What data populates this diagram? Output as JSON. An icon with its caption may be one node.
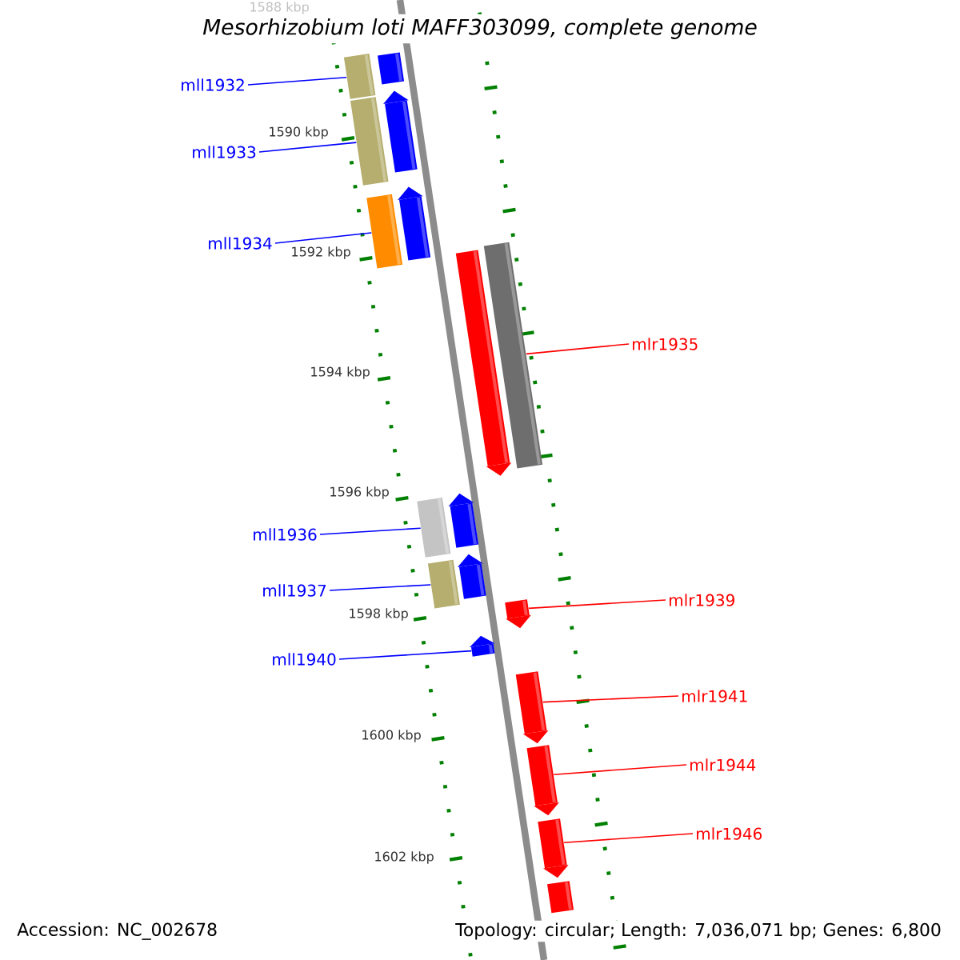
{
  "diagram": {
    "title": "Mesorhizobium loti MAFF303099, complete genome",
    "nodes": [
      {
        "text": [],
        "shape": "bar"
      },
      {
        "text": [],
        "shape": "bar"
      },
      {
        "text": [],
        "shape": "bar"
      },
      {
        "text": [],
        "shape": "pentagon"
      },
      {
        "text": [],
        "shape": "bar"
      },
      {
        "text": [],
        "shape": "pentagon"
      },
      {
        "text": [],
        "shape": "pentagon"
      },
      {
        "text": [],
        "shape": "bar"
      },
      {
        "text": [],
        "shape": "bar"
      },
      {
        "text": [],
        "shape": "pentagon"
      },
      {
        "text": [],
        "shape": "bar"
      },
      {
        "text": [],
        "shape": "pentagon"
      },
      {
        "text": [],
        "shape": "pentagon"
      },
      {
        "text": [],
        "shape": "pentagon"
      },
      {
        "text": [],
        "shape": "pentagon"
      },
      {
        "text": [],
        "shape": "pentagon"
      },
      {
        "text": [],
        "shape": "pentagon"
      },
      {
        "text": [],
        "shape": "bar"
      },
      {
        "text": [
          "mll1932"
        ]
      },
      {
        "text": [
          "mll1933"
        ]
      },
      {
        "text": [
          "mll1934"
        ]
      },
      {
        "text": [
          "mlr1935"
        ]
      },
      {
        "text": [
          "mll1936"
        ]
      },
      {
        "text": [
          "mll1937"
        ]
      },
      {
        "text": [
          "mlr1939"
        ]
      },
      {
        "text": [
          "mll1940"
        ]
      },
      {
        "text": [
          "mlr1941"
        ]
      },
      {
        "text": [
          "mlr1944"
        ]
      },
      {
        "text": [
          "mlr1946"
        ]
      }
    ],
    "edges": [
      {
        "from": 18,
        "to": 1,
        "arrow": "none",
        "color": "#0000ff"
      },
      {
        "from": 19,
        "to": 2,
        "arrow": "none",
        "color": "#0000ff"
      },
      {
        "from": 20,
        "to": 4,
        "arrow": "none",
        "color": "#0000ff"
      },
      {
        "from": 21,
        "to": 7,
        "arrow": "none",
        "color": "#ff0000"
      },
      {
        "from": 22,
        "to": 8,
        "arrow": "none",
        "color": "#0000ff"
      },
      {
        "from": 23,
        "to": 10,
        "arrow": "none",
        "color": "#0000ff"
      },
      {
        "from": 24,
        "to": 12,
        "arrow": "none",
        "color": "#ff0000"
      },
      {
        "from": 25,
        "to": 13,
        "arrow": "none",
        "color": "#0000ff"
      },
      {
        "from": 26,
        "to": 14,
        "arrow": "none",
        "color": "#ff0000"
      },
      {
        "from": 27,
        "to": 15,
        "arrow": "none",
        "color": "#ff0000"
      },
      {
        "from": 28,
        "to": 16,
        "arrow": "none",
        "color": "#ff0000"
      }
    ],
    "labels": [
      "1588 kbp",
      "1590 kbp",
      "1592 kbp",
      "1594 kbp",
      "1596 kbp",
      "1598 kbp",
      "1600 kbp",
      "1602 kbp",
      "Accession: NC_002678",
      "Topology: circular; Length: 7,036,071 bp; Genes: 6,800"
    ]
  }
}
